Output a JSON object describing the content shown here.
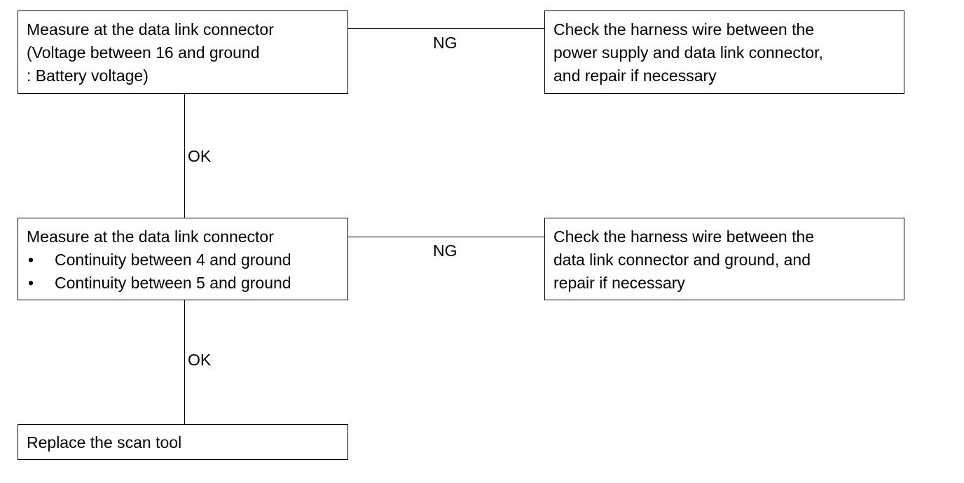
{
  "steps": {
    "step1": {
      "lines": [
        "Measure at the data link connector",
        "(Voltage between 16 and ground",
        ": Battery voltage)"
      ],
      "ng_result": {
        "lines": [
          "Check the harness wire between the",
          "power supply and data link connector,",
          "and repair if necessary"
        ]
      }
    },
    "step2": {
      "heading": "Measure at the data link connector",
      "bullets": [
        "Continuity between 4 and ground",
        "Continuity between 5 and ground"
      ],
      "bullet_char": "•",
      "ng_result": {
        "lines": [
          "Check the harness wire between the",
          "data link connector and ground, and",
          "repair if necessary"
        ]
      }
    },
    "step3": {
      "lines": [
        "Replace the scan tool"
      ]
    }
  },
  "labels": {
    "ng": "NG",
    "ok": "OK"
  }
}
